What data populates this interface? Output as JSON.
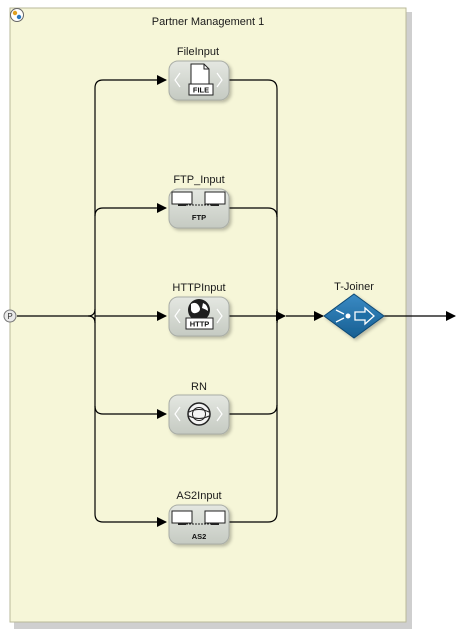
{
  "container": {
    "title": "Partner Management 1"
  },
  "start_port": {
    "label": "P"
  },
  "nodes": [
    {
      "label": "FileInput",
      "badge": "FILE",
      "icon": "file-document-icon"
    },
    {
      "label": "FTP_Input",
      "badge": "FTP",
      "icon": "computers-network-icon"
    },
    {
      "label": "HTTPInput",
      "badge": "HTTP",
      "icon": "globe-icon"
    },
    {
      "label": "RN",
      "badge": "",
      "icon": "globe-outline-icon"
    },
    {
      "label": "AS2Input",
      "badge": "AS2",
      "icon": "computers-network-icon"
    }
  ],
  "joiner": {
    "label": "T-Joiner",
    "icon": "joiner-arrow-icon"
  },
  "colors": {
    "container_fill": "#f6f6d8",
    "container_border": "#b9b99a",
    "node_fill": "#d2d6cf",
    "joiner_fill": "#1f6fa6",
    "line": "#000000"
  }
}
